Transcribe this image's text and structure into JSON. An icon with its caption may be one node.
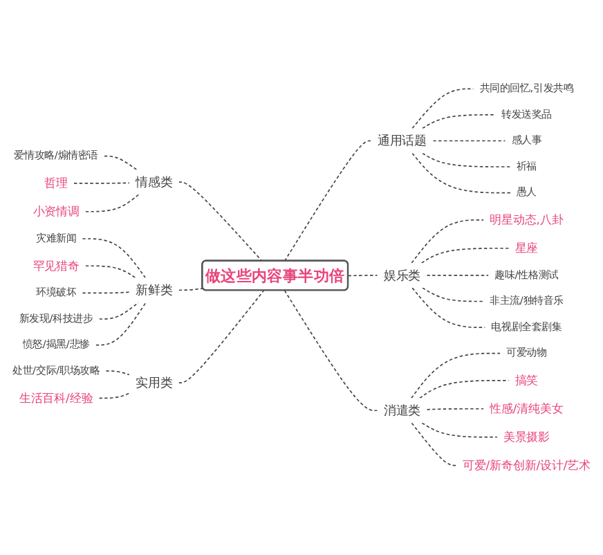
{
  "diagram": {
    "nodes": [
      {
        "text": [
          "做这些内容事半功倍"
        ]
      },
      {
        "text": [
          "情感类"
        ]
      },
      {
        "text": [
          "爱情攻略/煽情密语"
        ]
      },
      {
        "text": [
          "哲理"
        ]
      },
      {
        "text": [
          "小资情调"
        ]
      },
      {
        "text": [
          "新鲜类"
        ]
      },
      {
        "text": [
          "灾难新闻"
        ]
      },
      {
        "text": [
          "罕见猎奇"
        ]
      },
      {
        "text": [
          "环境破坏"
        ]
      },
      {
        "text": [
          "新发现/科技进步"
        ]
      },
      {
        "text": [
          "愤怒/揭黑/悲惨"
        ]
      },
      {
        "text": [
          "实用类"
        ]
      },
      {
        "text": [
          "处世/交际/职场攻略"
        ]
      },
      {
        "text": [
          "生活百科/经验"
        ]
      },
      {
        "text": [
          "通用话题"
        ]
      },
      {
        "text": [
          "共同的回忆,引发共鸣"
        ]
      },
      {
        "text": [
          "转发送奖品"
        ]
      },
      {
        "text": [
          "感人事"
        ]
      },
      {
        "text": [
          "祈福"
        ]
      },
      {
        "text": [
          "愚人"
        ]
      },
      {
        "text": [
          "娱乐类"
        ]
      },
      {
        "text": [
          "明星动态,八卦"
        ]
      },
      {
        "text": [
          "星座"
        ]
      },
      {
        "text": [
          "趣味/性格测试"
        ]
      },
      {
        "text": [
          "非主流/独特音乐"
        ]
      },
      {
        "text": [
          "电视剧全套剧集"
        ]
      },
      {
        "text": [
          "消遣类"
        ]
      },
      {
        "text": [
          "可爱动物"
        ]
      },
      {
        "text": [
          "搞笑"
        ]
      },
      {
        "text": [
          "性感/清纯美女"
        ]
      },
      {
        "text": [
          "美景摄影"
        ]
      },
      {
        "text": [
          "可爱/新奇创新/设计/艺术"
        ]
      }
    ],
    "edges": [
      {
        "from": 0,
        "to": 1,
        "arrow": "none",
        "style": "dashed"
      },
      {
        "from": 1,
        "to": 2,
        "arrow": "none",
        "style": "dashed"
      },
      {
        "from": 1,
        "to": 3,
        "arrow": "none",
        "style": "dashed"
      },
      {
        "from": 1,
        "to": 4,
        "arrow": "none",
        "style": "dashed"
      },
      {
        "from": 0,
        "to": 5,
        "arrow": "none",
        "style": "dashed"
      },
      {
        "from": 5,
        "to": 6,
        "arrow": "none",
        "style": "dashed"
      },
      {
        "from": 5,
        "to": 7,
        "arrow": "none",
        "style": "dashed"
      },
      {
        "from": 5,
        "to": 8,
        "arrow": "none",
        "style": "dashed"
      },
      {
        "from": 5,
        "to": 9,
        "arrow": "none",
        "style": "dashed"
      },
      {
        "from": 5,
        "to": 10,
        "arrow": "none",
        "style": "dashed"
      },
      {
        "from": 0,
        "to": 11,
        "arrow": "none",
        "style": "dashed"
      },
      {
        "from": 11,
        "to": 12,
        "arrow": "none",
        "style": "dashed"
      },
      {
        "from": 11,
        "to": 13,
        "arrow": "none",
        "style": "dashed"
      },
      {
        "from": 0,
        "to": 14,
        "arrow": "none",
        "style": "dashed"
      },
      {
        "from": 14,
        "to": 15,
        "arrow": "none",
        "style": "dashed"
      },
      {
        "from": 14,
        "to": 16,
        "arrow": "none",
        "style": "dashed"
      },
      {
        "from": 14,
        "to": 17,
        "arrow": "none",
        "style": "dashed"
      },
      {
        "from": 14,
        "to": 18,
        "arrow": "none",
        "style": "dashed"
      },
      {
        "from": 14,
        "to": 19,
        "arrow": "none",
        "style": "dashed"
      },
      {
        "from": 0,
        "to": 20,
        "arrow": "none",
        "style": "dashed"
      },
      {
        "from": 20,
        "to": 21,
        "arrow": "none",
        "style": "dashed"
      },
      {
        "from": 20,
        "to": 22,
        "arrow": "none",
        "style": "dashed"
      },
      {
        "from": 20,
        "to": 23,
        "arrow": "none",
        "style": "dashed"
      },
      {
        "from": 20,
        "to": 24,
        "arrow": "none",
        "style": "dashed"
      },
      {
        "from": 20,
        "to": 25,
        "arrow": "none",
        "style": "dashed"
      },
      {
        "from": 0,
        "to": 26,
        "arrow": "none",
        "style": "dashed"
      },
      {
        "from": 26,
        "to": 27,
        "arrow": "none",
        "style": "dashed"
      },
      {
        "from": 26,
        "to": 28,
        "arrow": "none",
        "style": "dashed"
      },
      {
        "from": 26,
        "to": 29,
        "arrow": "none",
        "style": "dashed"
      },
      {
        "from": 26,
        "to": 30,
        "arrow": "none",
        "style": "dashed"
      },
      {
        "from": 26,
        "to": 31,
        "arrow": "none",
        "style": "dashed"
      }
    ]
  }
}
